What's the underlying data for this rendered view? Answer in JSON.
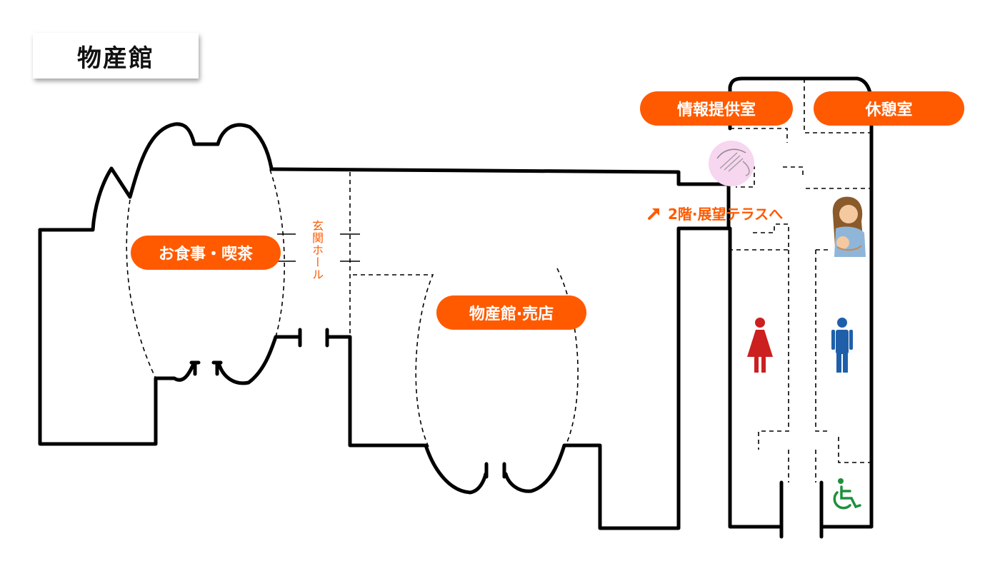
{
  "title": "物産館",
  "areas": {
    "dining": "お食事・喫茶",
    "shop": "物産館·売店",
    "info": "情報提供室",
    "rest": "休憩室"
  },
  "entrance_hall": "玄関ホール",
  "stairs": "2階·展望テラスへ",
  "colors": {
    "accent": "#ff5a00",
    "wall": "#000000",
    "women": "#cc1f1f",
    "men": "#1f5faa",
    "accessible": "#1e8f3e",
    "nursing_bubble": "#f7d6ef"
  },
  "icons": [
    "arrow-up-right-icon",
    "baby-changing-icon",
    "nursing-room-icon",
    "women-restroom-icon",
    "men-restroom-icon",
    "wheelchair-icon"
  ]
}
